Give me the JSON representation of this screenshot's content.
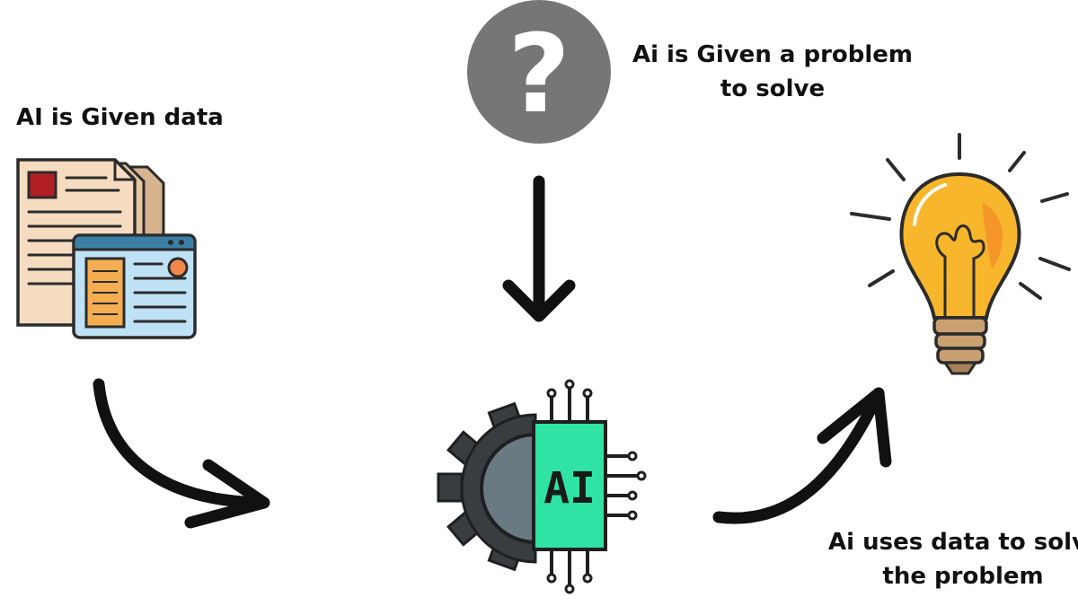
{
  "labels": {
    "given_data": "AI is Given data",
    "given_problem_line1": "Ai is Given a problem",
    "given_problem_line2": "to solve",
    "solves_line1": "Ai  uses data to solve",
    "solves_line2": "the problem"
  },
  "chip_text": "AI",
  "question_mark": "?",
  "icons": {
    "documents": "documents-icon",
    "question": "question-mark-icon",
    "ai_gear": "ai-gear-chip-icon",
    "lightbulb": "lightbulb-icon"
  },
  "colors": {
    "question_circle": "#767676",
    "paper": "#f5dcc0",
    "paper_back": "#d6b48e",
    "doc_red": "#b11f24",
    "window_blue": "#bfe1f5",
    "window_orange": "#f5ad52",
    "gear_dark": "#3a3d40",
    "gear_gray": "#6a7a82",
    "chip_green": "#2fe3a5",
    "bulb_yellow": "#f7b62b",
    "bulb_base": "#c9a072",
    "arrow": "#111111"
  }
}
